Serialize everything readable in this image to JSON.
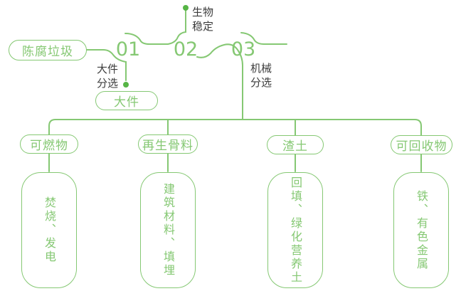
{
  "colors": {
    "green": "#85C873",
    "dot-green": "#56B545",
    "dark": "#3C3C3C",
    "bg": "#FFFFFF"
  },
  "root": {
    "label": "陈腐垃圾"
  },
  "steps": [
    {
      "number": "01",
      "annotation": "大件\n分选"
    },
    {
      "number": "02",
      "annotation": "生物\n稳定"
    },
    {
      "number": "03",
      "annotation": "机械\n分选"
    }
  ],
  "large_item": {
    "label": "大件"
  },
  "outputs": [
    {
      "category": "可燃物",
      "result": "焚烧、发电"
    },
    {
      "category": "再生骨料",
      "result": "建筑材料、填埋"
    },
    {
      "category": "渣土",
      "result": "回填、绿化营养土"
    },
    {
      "category": "可回收物",
      "result": "铁、有色金属"
    }
  ]
}
